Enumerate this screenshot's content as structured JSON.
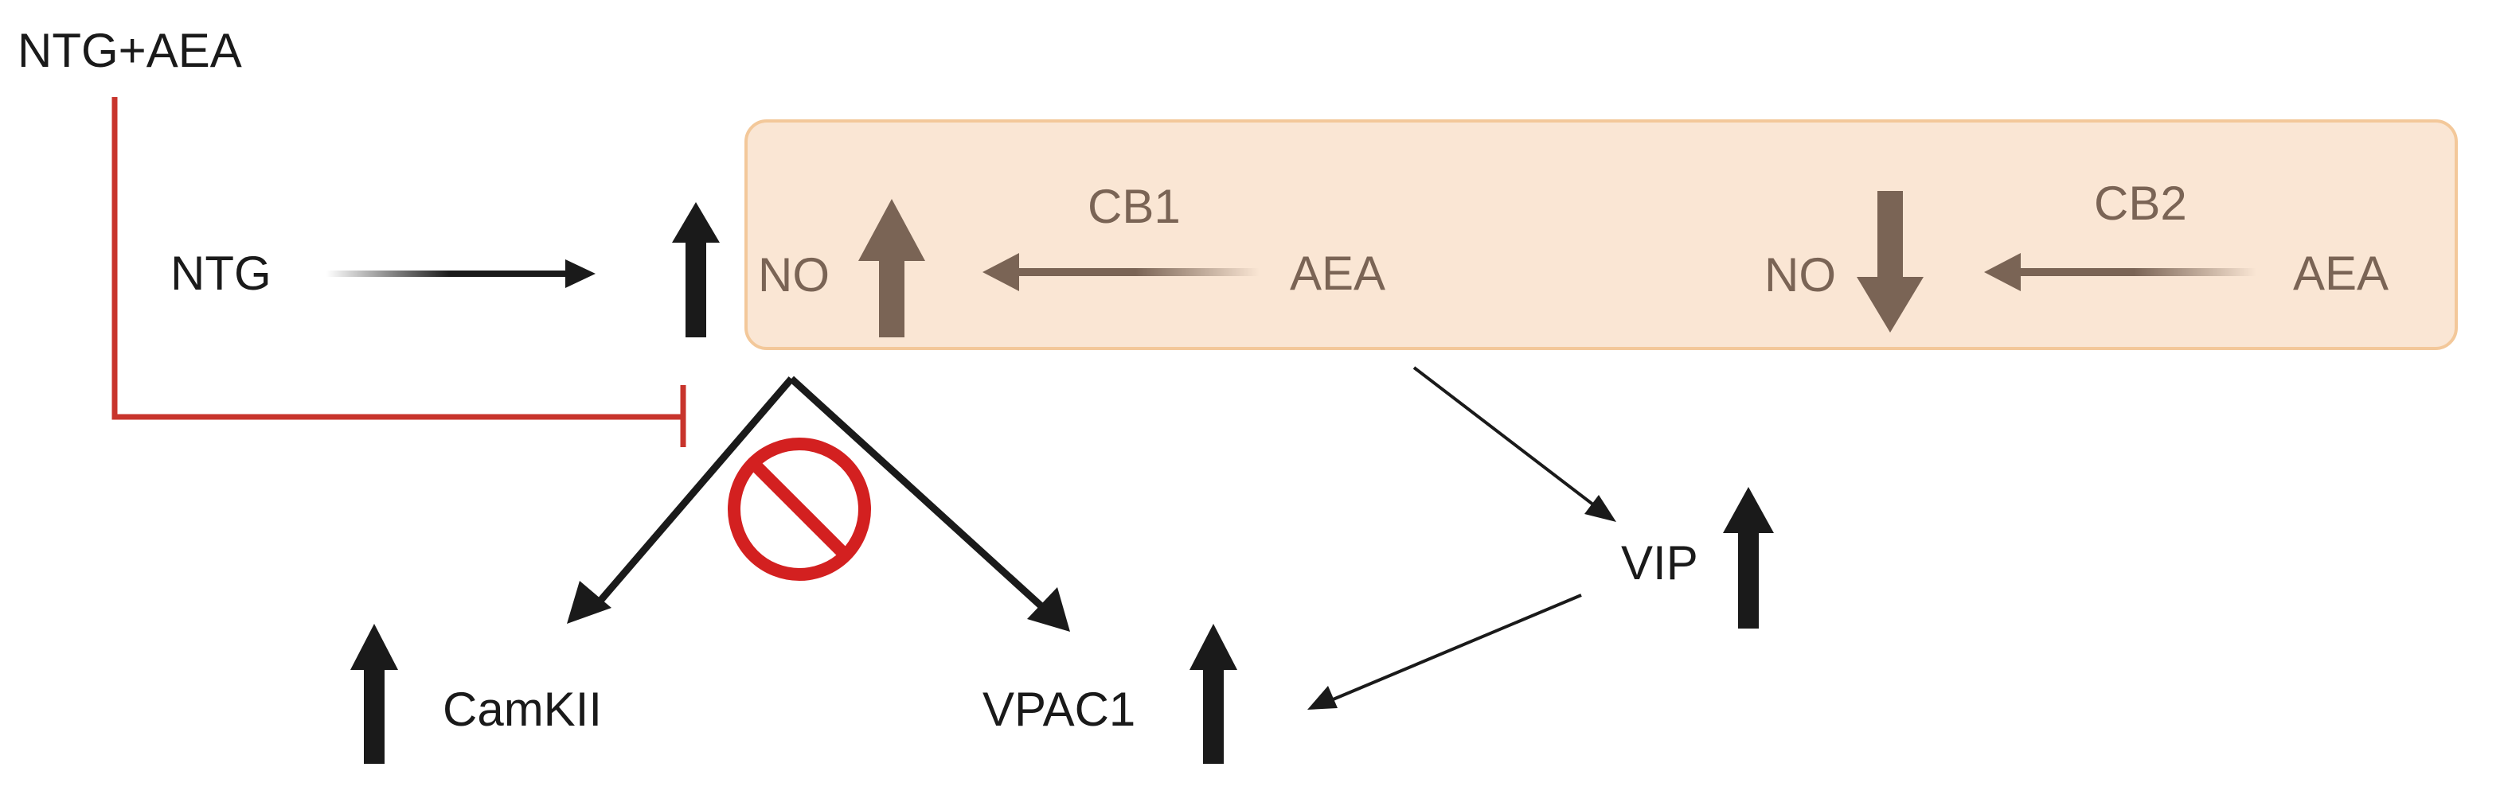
{
  "labels": {
    "ntg_aea": "NTG+AEA",
    "ntg": "NTG",
    "no_left": "NO",
    "cb1": "CB1",
    "aea_left": "AEA",
    "no_right": "NO",
    "cb2": "CB2",
    "aea_right": "AEA",
    "vip": "VIP",
    "camkii": "CamKII",
    "vpac1": "VPAC1"
  },
  "colors": {
    "box_fill": "#fae6d4",
    "box_stroke": "#f3c89a",
    "brown": "#7a6455",
    "dark": "#1a1a1a",
    "inhibit_red": "#c8342c",
    "no_symbol_red": "#d32020"
  },
  "icons": {
    "up_arrows": "up-arrow-icon",
    "down_arrow": "down-arrow-icon",
    "prohibition": "no-entry-icon",
    "inhibition": "inhibition-bar-icon"
  }
}
